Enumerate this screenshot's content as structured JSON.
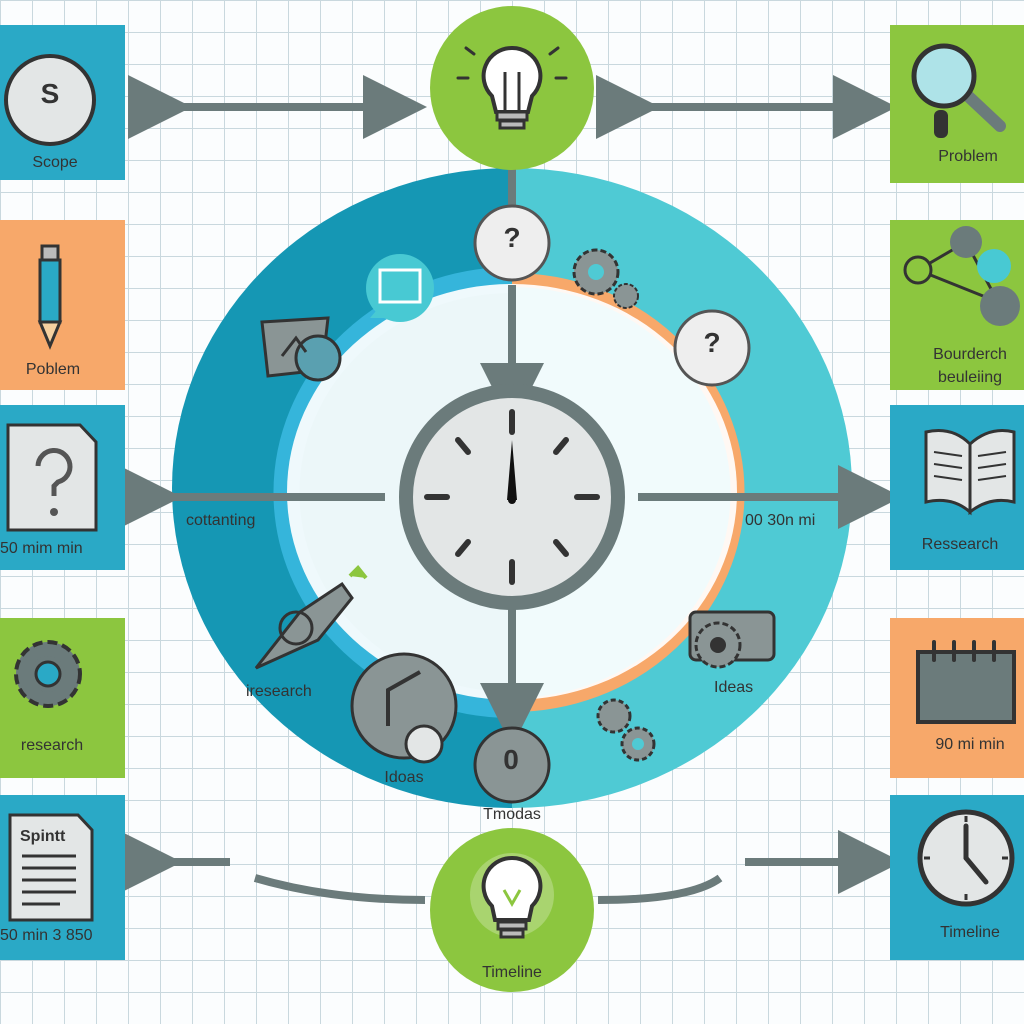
{
  "colors": {
    "teal_dark": "#1597b4",
    "teal_light": "#48c9d3",
    "green": "#8cc63f",
    "orange": "#f7a86a",
    "blue_tile": "#2aa9c6",
    "gray": "#6b7b7b"
  },
  "left_tiles": {
    "scope": {
      "letter": "S",
      "label": "Scope"
    },
    "problem": {
      "label": "Poblem"
    },
    "question_doc": {
      "label": "50 mim min"
    },
    "research": {
      "label": "research"
    },
    "sprint": {
      "doc_label": "Spintt",
      "label": "50 min 3 850"
    }
  },
  "right_tiles": {
    "problem": {
      "label": "Problem"
    },
    "brainstorm": {
      "label_line1": "Bourderch",
      "label_line2": "beuleiing"
    },
    "research": {
      "label": "Ressearch"
    },
    "calendar": {
      "label": "90 mi min"
    },
    "timeline": {
      "label": "Timeline"
    }
  },
  "center_diagram": {
    "left_arrow_label": "cottanting",
    "right_arrow_label": "00 30n mi",
    "ring_left_label": "iresearch",
    "ring_right_label": "Ideas",
    "bottom_left_label": "Idoas",
    "zero_node": "0",
    "zero_label": "Tmodas",
    "question_mark": "?",
    "bottom_node_label": "Timeline"
  }
}
